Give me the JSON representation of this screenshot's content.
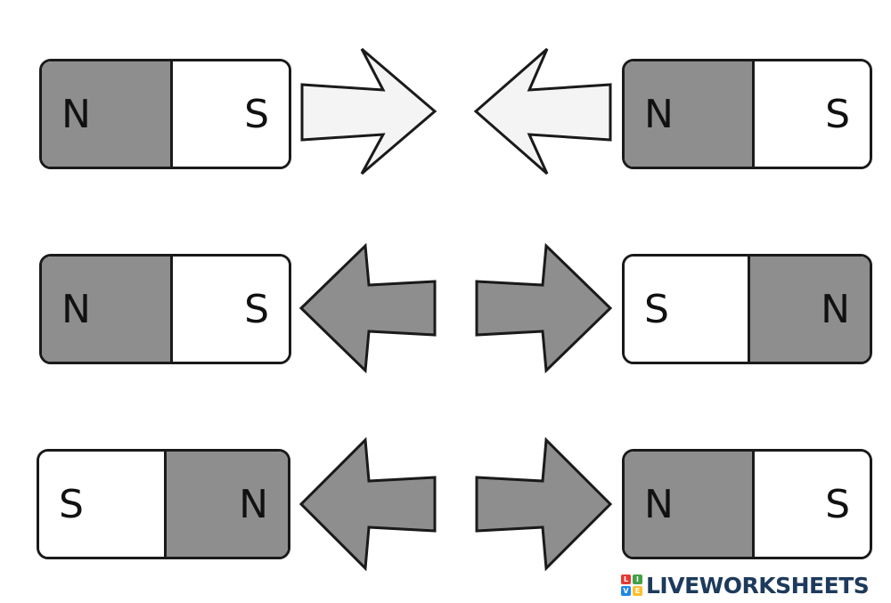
{
  "colors": {
    "north_fill": "#8e8e8e",
    "south_fill": "#ffffff",
    "attract_arrow_fill": "#f4f4f4",
    "repel_arrow_fill": "#8e8e8e",
    "outline": "#1a1a1a",
    "logo_text": "#1d3a5c"
  },
  "rows": [
    {
      "interaction": "attract",
      "left_magnet": [
        "N",
        "S"
      ],
      "right_magnet": [
        "N",
        "S"
      ],
      "arrows": "toward-center"
    },
    {
      "interaction": "repel",
      "left_magnet": [
        "N",
        "S"
      ],
      "right_magnet": [
        "S",
        "N"
      ],
      "arrows": "away-from-center"
    },
    {
      "interaction": "repel",
      "left_magnet": [
        "S",
        "N"
      ],
      "right_magnet": [
        "N",
        "S"
      ],
      "arrows": "away-from-center"
    }
  ],
  "watermark": {
    "text": "LIVEWORKSHEETS",
    "mark_letters": [
      "L",
      "I",
      "V",
      "E"
    ],
    "mark_colors": [
      "#e53935",
      "#43a047",
      "#1e88e5",
      "#fbc02d"
    ]
  }
}
